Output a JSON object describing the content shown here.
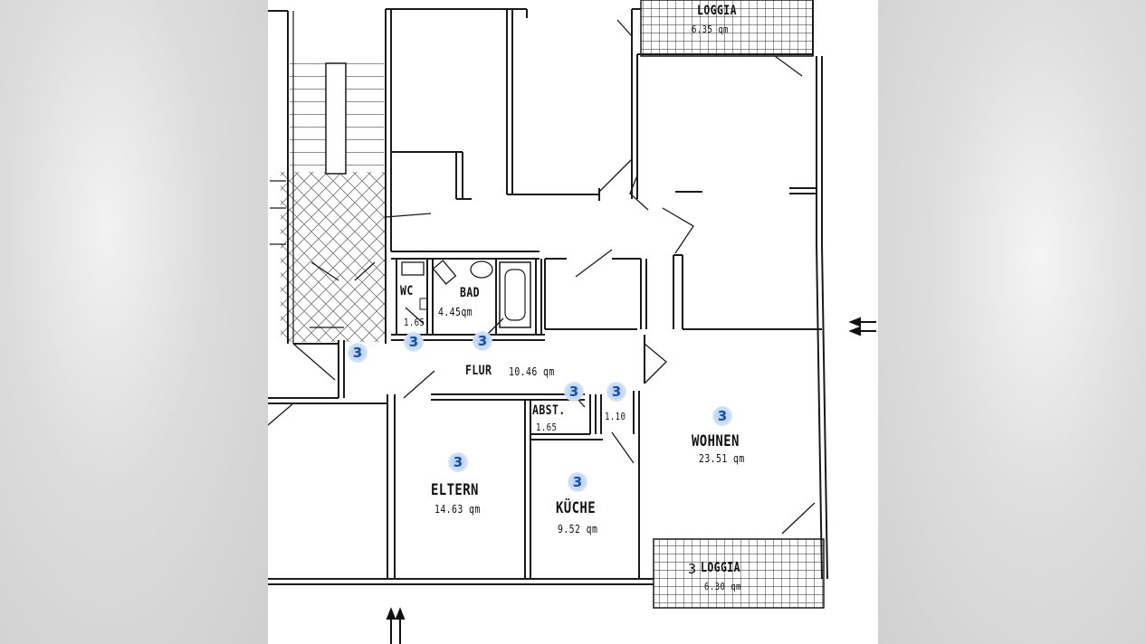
{
  "rooms": {
    "loggia_top": {
      "name": "LOGGIA",
      "area": "6.35 qm"
    },
    "wc": {
      "name": "WC",
      "area": "1.65"
    },
    "bad": {
      "name": "BAD",
      "area": "4.45qm"
    },
    "flur": {
      "name": "FLUR",
      "area": "10.46 qm"
    },
    "abst": {
      "name": "ABST.",
      "area": "1.65"
    },
    "closet": {
      "area": "1.10"
    },
    "wohnen": {
      "name": "WOHNEN",
      "area": "23.51 qm"
    },
    "eltern": {
      "name": "ELTERN",
      "area": "14.63 qm"
    },
    "kueche": {
      "name": "KÜCHE",
      "area": "9.52 qm"
    },
    "loggia_bottom": {
      "name": "LOGGIA",
      "area": "6.30 qm"
    }
  },
  "markers": {
    "value": "3",
    "loggia_bottom_prefix": "3"
  },
  "colors": {
    "line": "#1a1a1a",
    "marker_fill": "#a9c8ef",
    "marker_text": "#1a4fa8",
    "background_blur": "#dcdcdc"
  }
}
